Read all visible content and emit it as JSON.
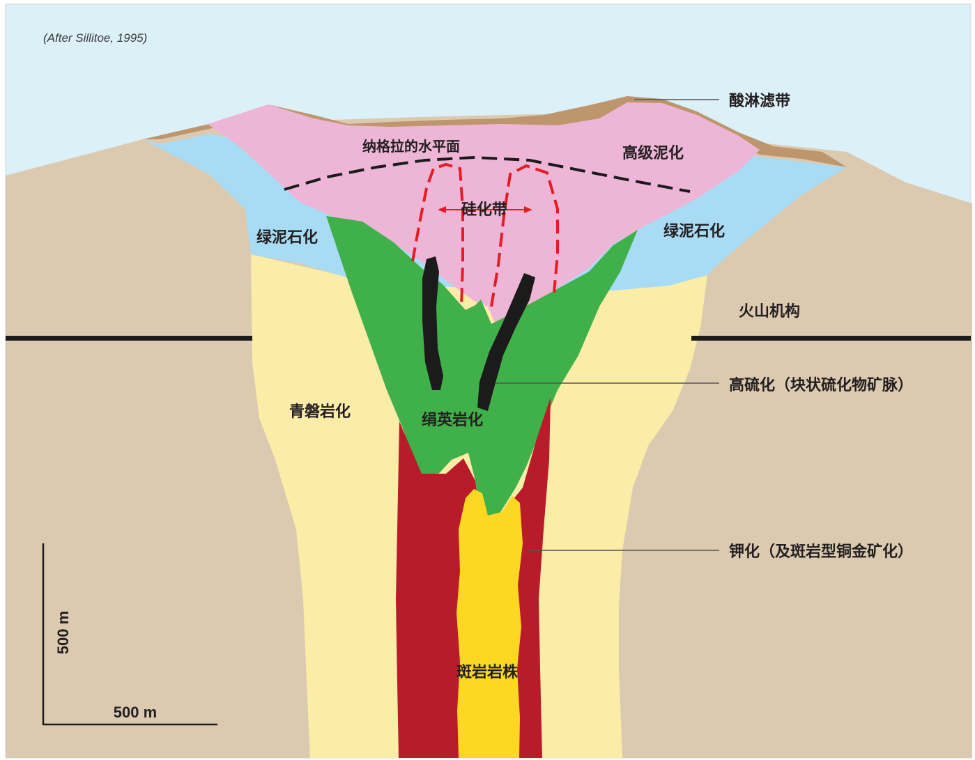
{
  "colors": {
    "sky": "#dcf0f8",
    "host_rock": "#dccab0",
    "leached_cap": "#bd966e",
    "advanced_argillic": "#edb6d7",
    "propylitic": "#a8dcf4",
    "sericitic": "#fbeca8",
    "phyllic": "#3fb04a",
    "potassic": "#b81c2b",
    "porphyry_stock": "#fcd823",
    "massive_sulfide": "#1b1b1b",
    "silicic_outline": "#e51c25",
    "leader_line": "#555555"
  },
  "citation": "(After Sillitoe, 1995)",
  "labels": {
    "leached_cap": "酸淋滤带",
    "paleo_water_table": "纳格拉的水平面",
    "advanced_argillic": "高级泥化",
    "silicic_zone": "硅化带",
    "propylitic_left": "绿泥石化",
    "propylitic_right": "绿泥石化",
    "volcanic_edifice": "火山机构",
    "high_sulfidation": "高硫化（块状硫化物矿脉）",
    "sericitic": "青磐岩化",
    "phyllic": "绢英岩化",
    "potassic": "钾化（及斑岩型铜金矿化）",
    "porphyry_stock": "斑岩岩株"
  },
  "scale_bar": {
    "vertical": "500 m",
    "horizontal": "500 m"
  }
}
